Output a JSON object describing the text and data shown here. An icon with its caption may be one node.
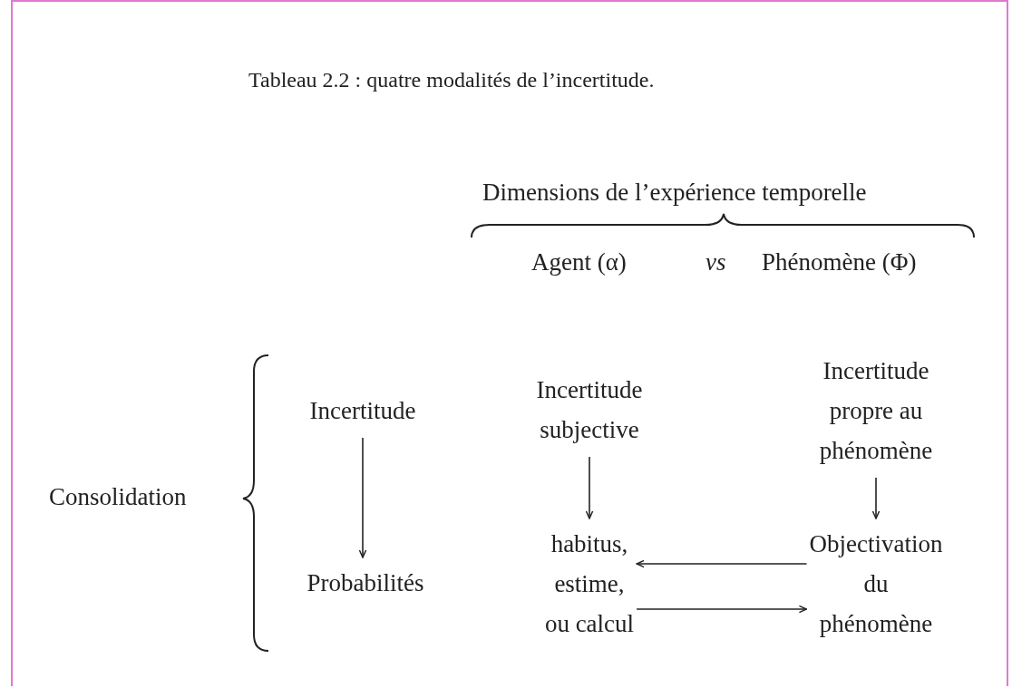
{
  "diagram": {
    "title": "Tableau 2.2 : quatre modalités de l’incertitude.",
    "nodes": [
      {
        "text": [
          "Incertitude"
        ]
      },
      {
        "text": [
          "Probabilités"
        ]
      },
      {
        "text": [
          "Incertitude subjective"
        ]
      },
      {
        "text": [
          "habitus, estime, ou calcul"
        ]
      },
      {
        "text": [
          "Incertitude propre au phénomène"
        ]
      },
      {
        "text": [
          "Objectivation du phénomène"
        ]
      }
    ],
    "edges": [
      {
        "from": 0,
        "to": 1,
        "arrow": "to"
      },
      {
        "from": 2,
        "to": 3,
        "arrow": "to"
      },
      {
        "from": 4,
        "to": 5,
        "arrow": "to"
      },
      {
        "from": 5,
        "to": 3,
        "arrow": "to"
      },
      {
        "from": 3,
        "to": 5,
        "arrow": "to"
      }
    ],
    "labels": [
      "Dimensions de l’expérience temporelle",
      "Agent (α)",
      "vs",
      "Phénomène (Φ)",
      "Consolidation"
    ]
  }
}
